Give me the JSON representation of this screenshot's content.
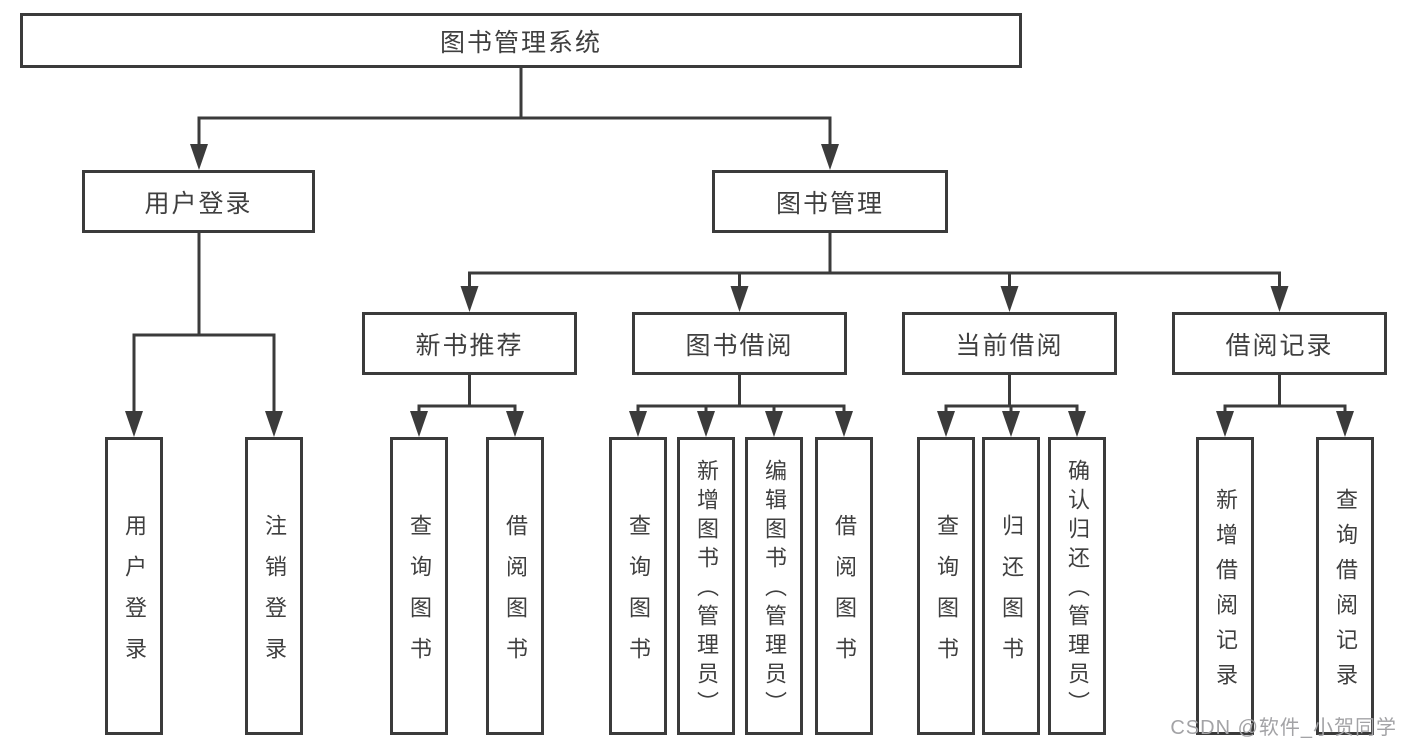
{
  "diagram": {
    "title": "图书管理系统",
    "colors": {
      "line": "#3b3b3b",
      "text": "#3f3f3f",
      "background": "#ffffff",
      "watermark": "#a3a3a6"
    },
    "root": {
      "label": "图书管理系统"
    },
    "branches": [
      {
        "label": "用户登录",
        "children": [
          {
            "label": "用户登录"
          },
          {
            "label": "注销登录"
          }
        ]
      },
      {
        "label": "图书管理",
        "children": [
          {
            "label": "新书推荐",
            "children": [
              {
                "label": "查询图书"
              },
              {
                "label": "借阅图书"
              }
            ]
          },
          {
            "label": "图书借阅",
            "children": [
              {
                "label": "查询图书"
              },
              {
                "label": "新增图书（管理员）"
              },
              {
                "label": "编辑图书（管理员）"
              },
              {
                "label": "借阅图书"
              }
            ]
          },
          {
            "label": "当前借阅",
            "children": [
              {
                "label": "查询图书"
              },
              {
                "label": "归还图书"
              },
              {
                "label": "确认归还（管理员）"
              }
            ]
          },
          {
            "label": "借阅记录",
            "children": [
              {
                "label": "新增借阅记录"
              },
              {
                "label": "查询借阅记录"
              }
            ]
          }
        ]
      }
    ],
    "watermark": "CSDN @软件_小贺同学"
  }
}
